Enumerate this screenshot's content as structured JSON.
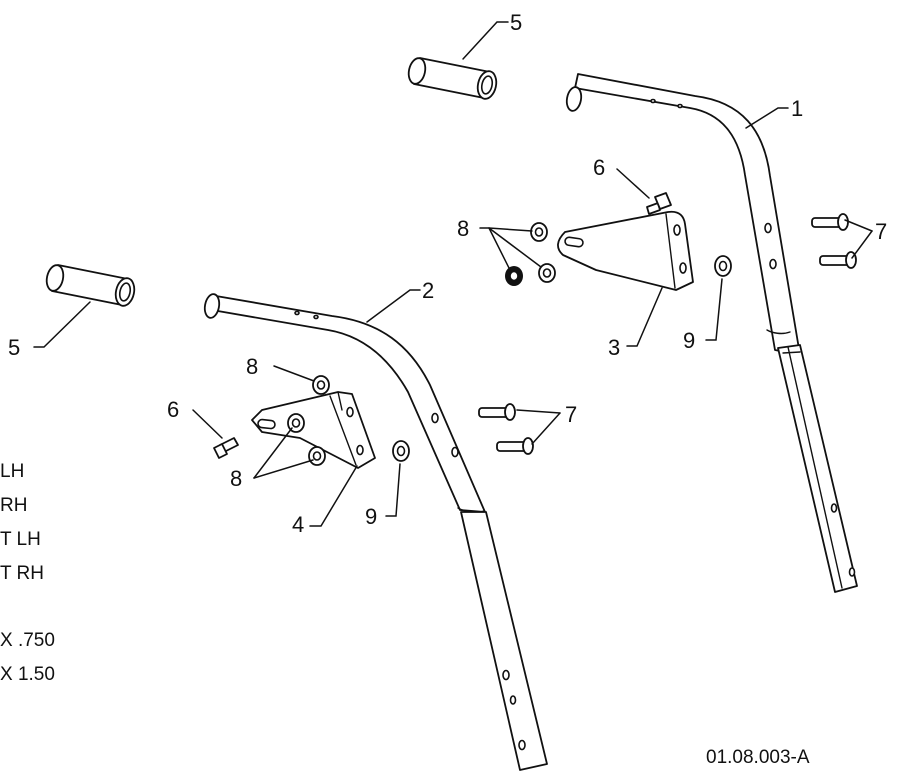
{
  "callouts": {
    "c1": "1",
    "c2": "2",
    "c3": "3",
    "c4": "4",
    "c5a": "5",
    "c5b": "5",
    "c6a": "6",
    "c6b": "6",
    "c7a": "7",
    "c7b": "7",
    "c8a": "8",
    "c8b": "8",
    "c8c": "8",
    "c9a": "9",
    "c9b": "9"
  },
  "legend_fragments": [
    "LH",
    "RH",
    "T LH",
    "T RH",
    "X .750",
    "X 1.50"
  ],
  "drawing_number": "01.08.003-A"
}
